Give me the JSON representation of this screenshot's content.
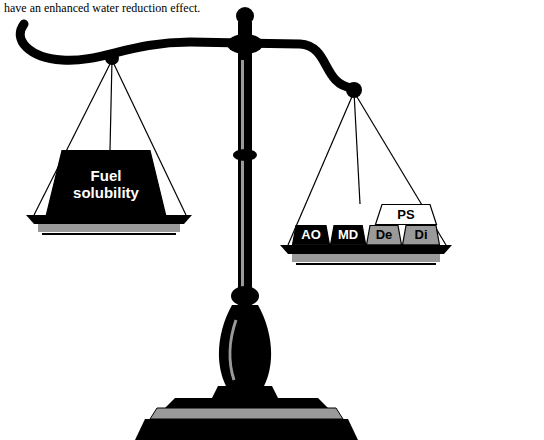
{
  "diagram": {
    "nodes": [
      {
        "text": [
          "Fuel solubility"
        ]
      },
      {
        "text": [
          "PS"
        ]
      },
      {
        "text": [
          "AO"
        ]
      },
      {
        "text": [
          "MD"
        ]
      },
      {
        "text": [
          "De"
        ]
      },
      {
        "text": [
          "Di"
        ]
      }
    ],
    "labels": [
      "have an enhanced water reduction effect."
    ]
  }
}
